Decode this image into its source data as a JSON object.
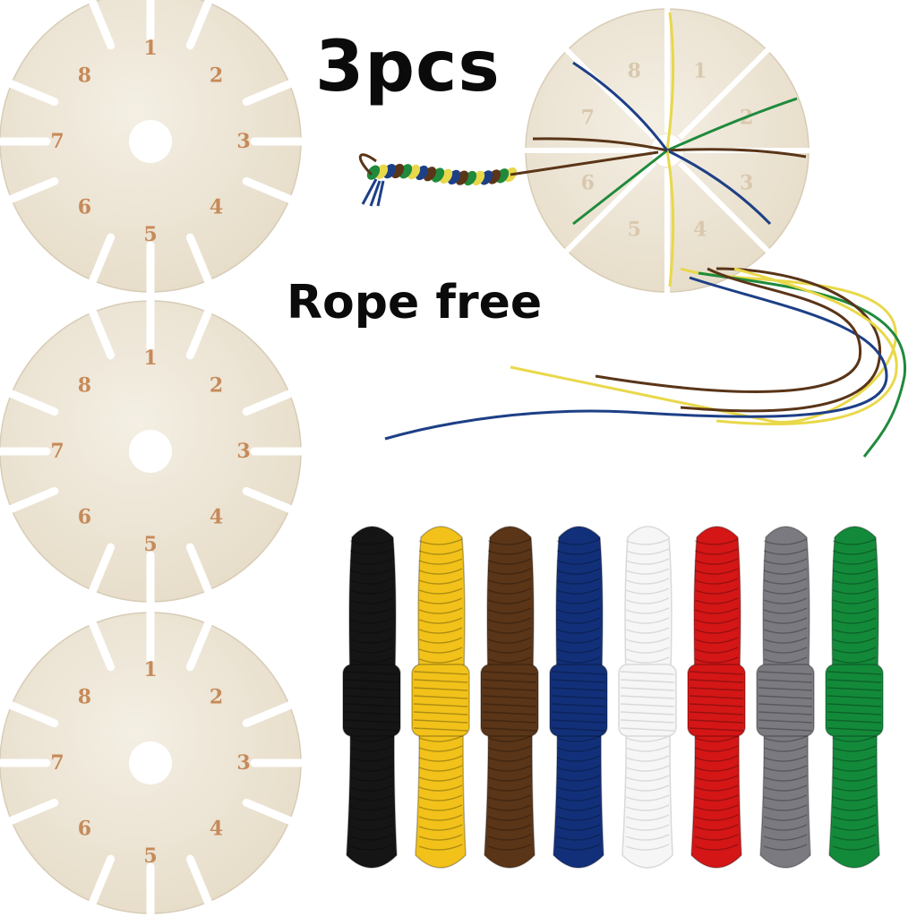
{
  "product": {
    "title": "3pcs",
    "subtitle": "Rope free"
  },
  "disks": {
    "count": 3,
    "slot_numbers": [
      "1",
      "2",
      "3",
      "4",
      "5",
      "6",
      "7",
      "8"
    ],
    "wood_color": "#efe8da",
    "number_color": "#c68a5a"
  },
  "cords": {
    "skein_colors": [
      "#151515",
      "#f2c21a",
      "#5a3518",
      "#12307a",
      "#f6f6f6",
      "#d41616",
      "#7a7a80",
      "#138a3a"
    ],
    "threaded_colors": [
      "#e9d84a",
      "#1f8a3c",
      "#5a3518",
      "#1d3f86"
    ]
  }
}
